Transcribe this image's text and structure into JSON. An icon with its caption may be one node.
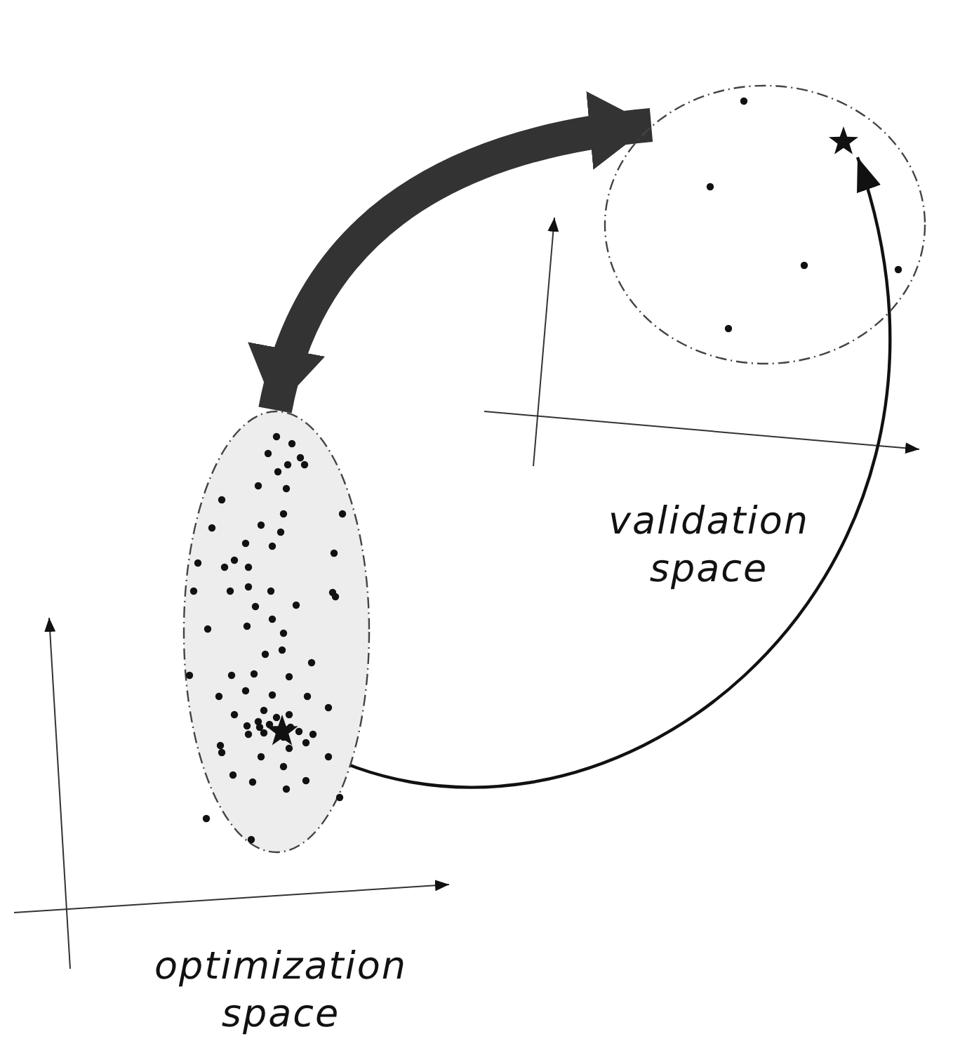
{
  "diagram": {
    "nodes": [
      {
        "text": [],
        "shape": "ellipse",
        "beside": [
          "optimization space"
        ]
      },
      {
        "text": [],
        "shape": "star",
        "in": 0
      },
      {
        "text": [],
        "shape": "ellipse",
        "beside": [
          "validation space"
        ]
      },
      {
        "text": [],
        "shape": "star",
        "in": 2
      }
    ],
    "edges": [
      {
        "from": 0,
        "to": 2,
        "arrow": "both",
        "style": "thick"
      },
      {
        "from": 1,
        "to": 3,
        "arrow": "to"
      }
    ]
  }
}
